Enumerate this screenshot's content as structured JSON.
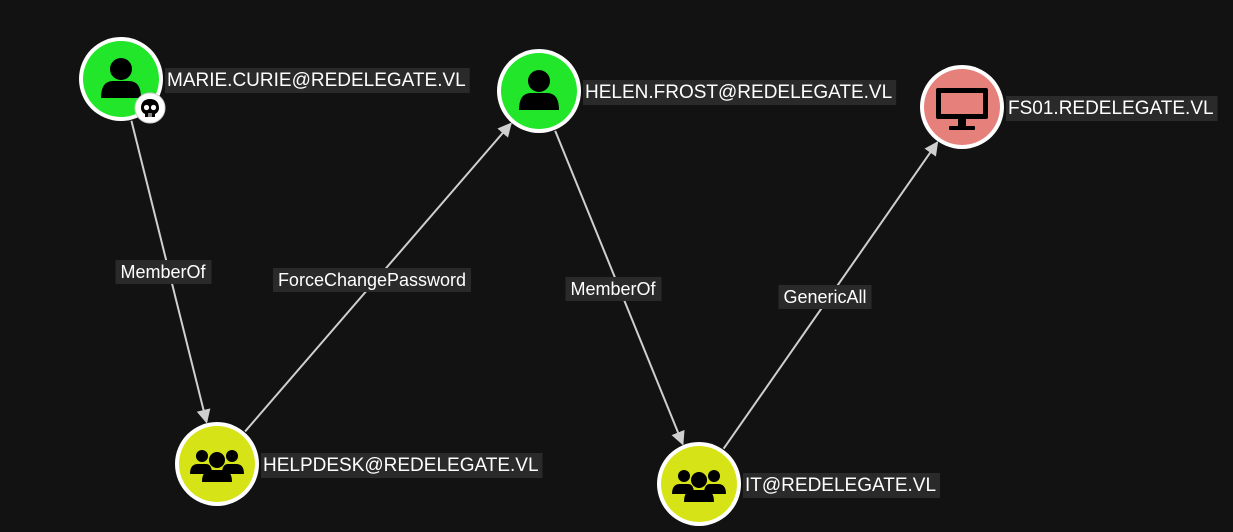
{
  "colors": {
    "background": "#121212",
    "user_fill": "#22e62a",
    "group_fill": "#d6e317",
    "computer_fill": "#e5807b",
    "edge": "#cfcfcf",
    "label_bg": "#2a2a2a",
    "icon": "#000000"
  },
  "nodes": [
    {
      "id": "marie",
      "label": "MARIE.CURIE@REDELEGATE.VL",
      "kind": "user",
      "icon": "user-icon",
      "badge": "skull-icon"
    },
    {
      "id": "helen",
      "label": "HELEN.FROST@REDELEGATE.VL",
      "kind": "user",
      "icon": "user-icon"
    },
    {
      "id": "fs01",
      "label": "FS01.REDELEGATE.VL",
      "kind": "computer",
      "icon": "monitor-icon"
    },
    {
      "id": "helpdesk",
      "label": "HELPDESK@REDELEGATE.VL",
      "kind": "group",
      "icon": "group-icon"
    },
    {
      "id": "it",
      "label": "IT@REDELEGATE.VL",
      "kind": "group",
      "icon": "group-icon"
    }
  ],
  "edges": [
    {
      "from": "marie",
      "to": "helpdesk",
      "label": "MemberOf"
    },
    {
      "from": "helpdesk",
      "to": "helen",
      "label": "ForceChangePassword"
    },
    {
      "from": "helen",
      "to": "it",
      "label": "MemberOf"
    },
    {
      "from": "it",
      "to": "fs01",
      "label": "GenericAll"
    }
  ]
}
